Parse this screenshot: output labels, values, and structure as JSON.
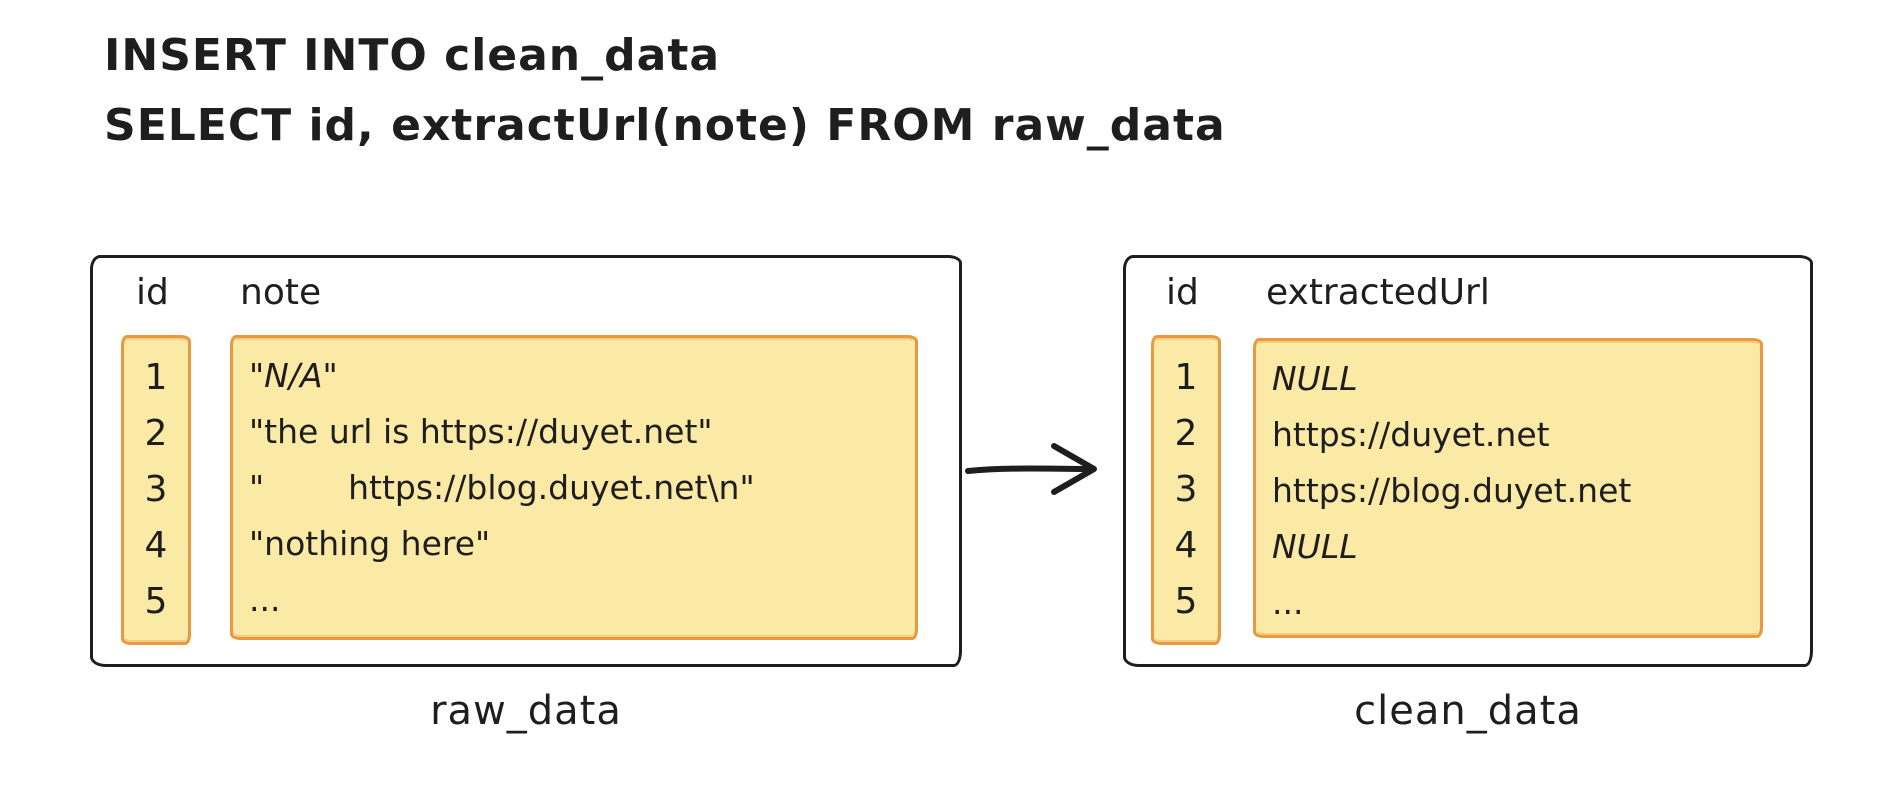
{
  "sql": {
    "line1": "INSERT INTO clean_data",
    "line2": "SELECT id, extractUrl(note) FROM raw_data"
  },
  "tables": {
    "raw": {
      "label": "raw_data",
      "columns": {
        "id": "id",
        "value": "note"
      },
      "ids": [
        "1",
        "2",
        "3",
        "4",
        "5"
      ],
      "rows": [
        "\"N/A\"",
        "\"the url is https://duyet.net\"",
        "\"        https://blog.duyet.net\\n\"",
        "\"nothing here\"",
        "..."
      ]
    },
    "clean": {
      "label": "clean_data",
      "columns": {
        "id": "id",
        "value": "extractedUrl"
      },
      "ids": [
        "1",
        "2",
        "3",
        "4",
        "5"
      ],
      "rows": [
        "NULL",
        "https://duyet.net",
        "https://blog.duyet.net",
        "NULL",
        "..."
      ]
    }
  },
  "icons": {
    "arrow": "right-arrow-icon"
  },
  "colors": {
    "ink": "#1e1e1e",
    "highlight_fill": "#FBE9A6",
    "highlight_stroke": "#E79A3F",
    "background": "#FFFFFF"
  }
}
